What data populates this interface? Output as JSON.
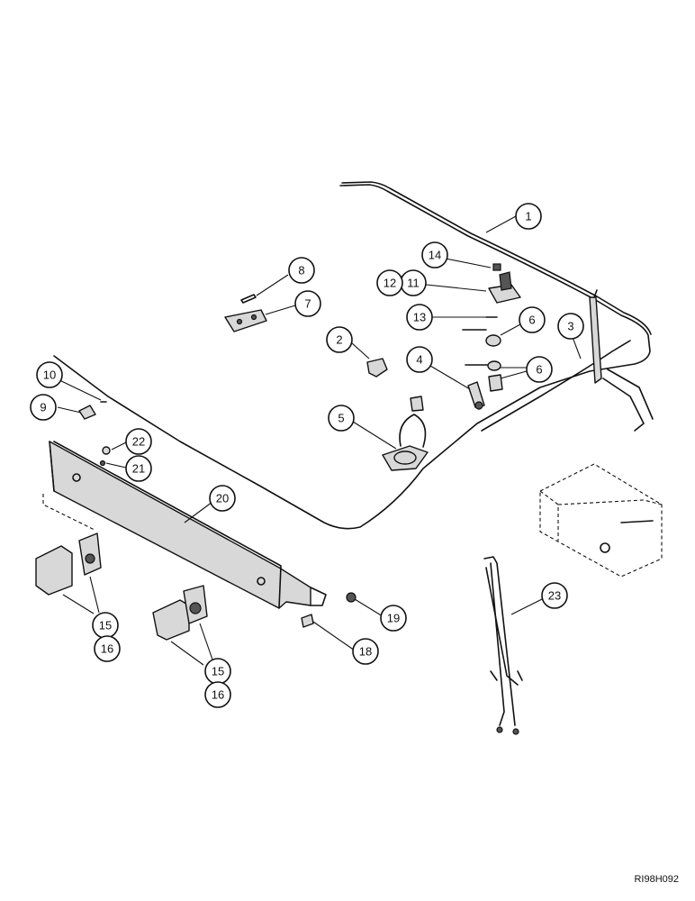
{
  "drawing_id": "RI98H092",
  "colors": {
    "line": "#111111",
    "paper": "#ffffff",
    "shade": "#d8d8d8"
  },
  "callouts": [
    {
      "label": "1"
    },
    {
      "label": "2"
    },
    {
      "label": "3"
    },
    {
      "label": "4"
    },
    {
      "label": "5"
    },
    {
      "label": "6"
    },
    {
      "label": "6"
    },
    {
      "label": "7"
    },
    {
      "label": "8"
    },
    {
      "label": "9"
    },
    {
      "label": "10"
    },
    {
      "label": "11"
    },
    {
      "label": "12"
    },
    {
      "label": "13"
    },
    {
      "label": "14"
    },
    {
      "label": "15"
    },
    {
      "label": "16"
    },
    {
      "label": "15"
    },
    {
      "label": "16"
    },
    {
      "label": "18"
    },
    {
      "label": "19"
    },
    {
      "label": "20"
    },
    {
      "label": "21"
    },
    {
      "label": "22"
    },
    {
      "label": "23"
    }
  ]
}
